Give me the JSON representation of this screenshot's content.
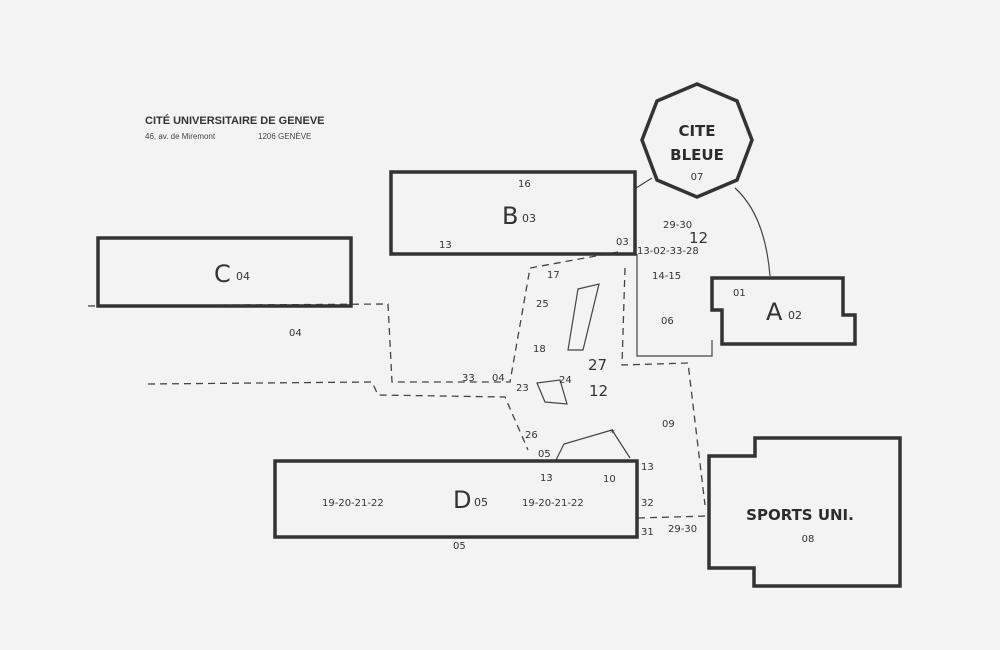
{
  "header": {
    "title": "CITÉ UNIVERSITAIRE DE GENEVE",
    "address": "46, av. de Miremont",
    "postcode": "1206 GENÈVE"
  },
  "buildings": {
    "cite_bleue": {
      "line1": "CITE",
      "line2": "BLEUE",
      "num": "07"
    },
    "b": {
      "letter": "B",
      "num": "03",
      "top": "16",
      "left": "13",
      "corner": "03"
    },
    "c": {
      "letter": "C",
      "num": "04",
      "below": "04"
    },
    "a": {
      "letter": "A",
      "num": "02",
      "left": "01"
    },
    "d": {
      "letter": "D",
      "num": "05",
      "left": "19-20-21-22",
      "right": "19-20-21-22",
      "below": "05"
    },
    "sports": {
      "name": "SPORTS UNI.",
      "num": "08"
    }
  },
  "labels": {
    "l_29_30_top": "29-30",
    "l_12_top": "12",
    "l_13_02_33_28": "13-02-33-28",
    "l_14_15": "14-15",
    "l_06": "06",
    "l_17": "17",
    "l_25": "25",
    "l_18": "18",
    "l_27": "27",
    "l_12_mid": "12",
    "l_24": "24",
    "l_23": "23",
    "l_33": "33",
    "l_04_path": "04",
    "l_09": "09",
    "l_26": "26",
    "l_05_path": "05",
    "l_asterisk": "*",
    "l_13_d_top": "13",
    "l_10": "10",
    "l_13_right": "13",
    "l_32": "32",
    "l_31": "31",
    "l_29_30_bottom": "29-30"
  }
}
